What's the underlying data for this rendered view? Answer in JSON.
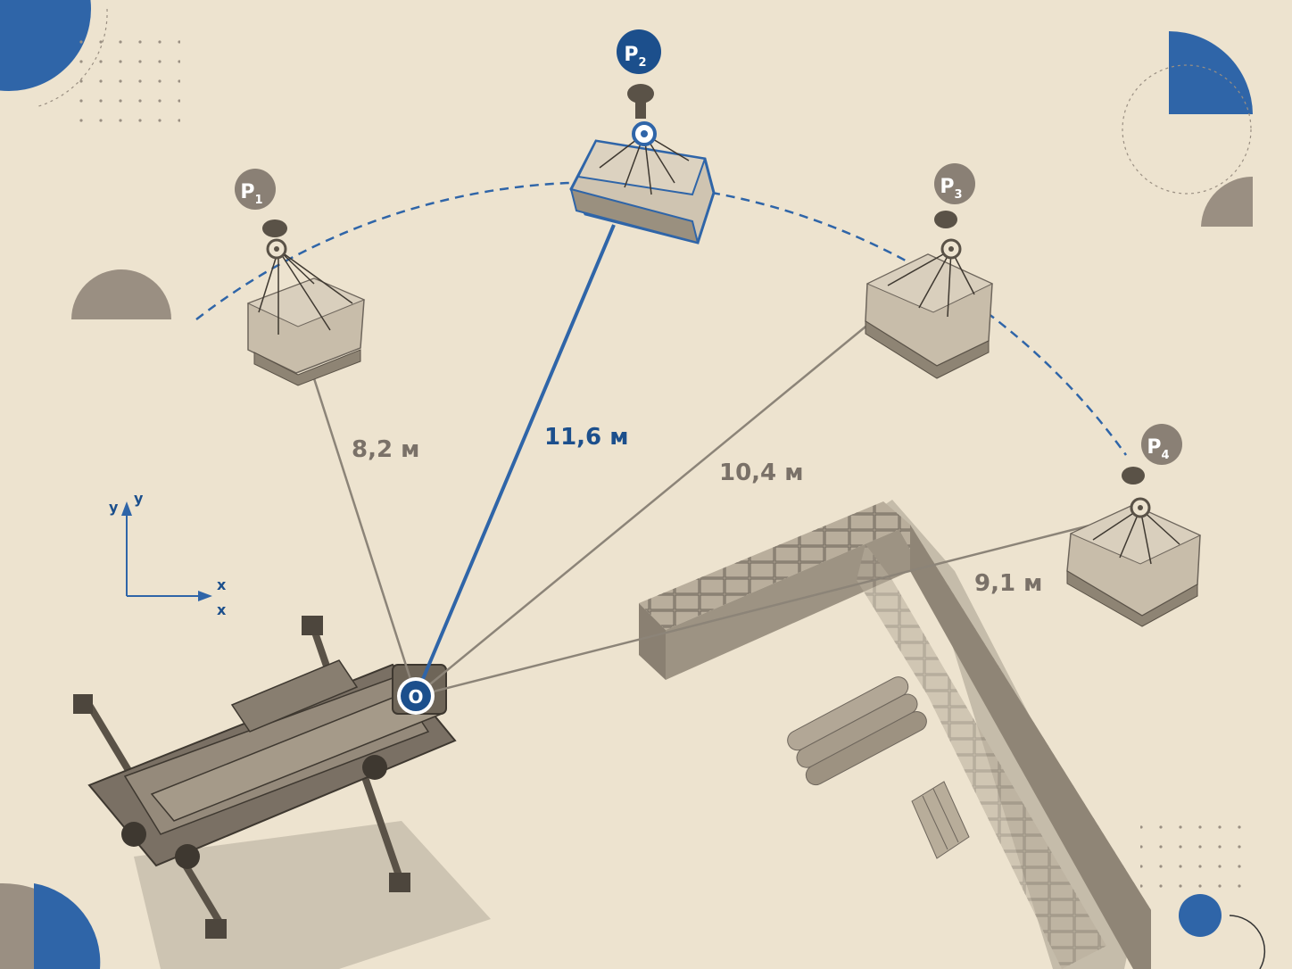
{
  "colors": {
    "background": "#ede3cf",
    "accent_blue": "#2f65a8",
    "dark_blue": "#1c4f8c",
    "grey_marker": "#8a8075",
    "grey_line": "#8c8478",
    "label_grey": "#7a7168",
    "decor_grey": "#9a8f82"
  },
  "origin": {
    "label": "O"
  },
  "points": [
    {
      "id": "p1",
      "letter": "P",
      "sub": "1",
      "highlight": false
    },
    {
      "id": "p2",
      "letter": "P",
      "sub": "2",
      "highlight": true
    },
    {
      "id": "p3",
      "letter": "P",
      "sub": "3",
      "highlight": false
    },
    {
      "id": "p4",
      "letter": "P",
      "sub": "4",
      "highlight": false
    }
  ],
  "distances": {
    "p1": "8,2 м",
    "p2": "11,6 м",
    "p3": "10,4 м",
    "p4": "9,1 м"
  },
  "axes": {
    "y_label_1": "y",
    "y_label_2": "y",
    "x_label_1": "x",
    "x_label_2": "x"
  },
  "icons": {
    "crane": "crane-truck-icon",
    "load": "pallet-load-icon",
    "hook": "crane-hook-icon",
    "wall": "brick-wall-icon",
    "pipes": "pipe-stack-icon",
    "lumber": "lumber-stack-icon"
  }
}
